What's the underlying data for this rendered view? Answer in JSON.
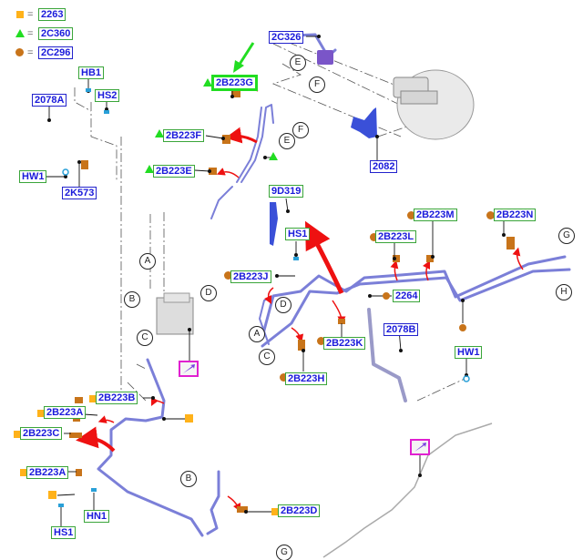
{
  "legend": [
    {
      "symbol": "square-orange",
      "equals": "=",
      "code": "2263",
      "color": "#ffb21a"
    },
    {
      "symbol": "triangle-green",
      "equals": "=",
      "code": "2C360",
      "color": "#22dd22"
    },
    {
      "symbol": "circle-brown",
      "equals": "=",
      "code": "2C296",
      "color": "#c8741a"
    }
  ],
  "labels": {
    "hb1": "HB1",
    "hs2": "HS2",
    "l2078a": "2078A",
    "hw1_top": "HW1",
    "l2k573": "2K573",
    "l2b223g": "2B223G",
    "l2b223f": "2B223F",
    "l2b223e": "2B223E",
    "l2c326": "2C326",
    "l2082": "2082",
    "l9d319": "9D319",
    "hs1_mid": "HS1",
    "l2b223j": "2B223J",
    "l2b223k": "2B223K",
    "l2b223h": "2B223H",
    "l2b223l": "2B223L",
    "l2b223m": "2B223M",
    "l2b223n": "2B223N",
    "l2264": "2264",
    "l2078b": "2078B",
    "hw1_right": "HW1",
    "l2b223b": "2B223B",
    "l2b223a_1": "2B223A",
    "l2b223c": "2B223C",
    "l2b223a_2": "2B223A",
    "hn1": "HN1",
    "hs1_bottom": "HS1",
    "l2b223d": "2B223D"
  },
  "callouts": {
    "e_top": "E",
    "f_top": "F",
    "f_mid": "F",
    "e_mid": "E",
    "a_abs": "A",
    "b_abs": "B",
    "c_abs": "C",
    "d_abs": "D",
    "a_right": "A",
    "c_right": "C",
    "d_right": "D",
    "g_right": "G",
    "h_right": "H",
    "b_bottom": "B",
    "g_bottom": "G"
  },
  "colors": {
    "pipe": "#7b7fd8",
    "arrow": "#ee1111",
    "highlight": "#22dd22",
    "note_border": "#e020d0",
    "fitting": "#c8741a"
  }
}
